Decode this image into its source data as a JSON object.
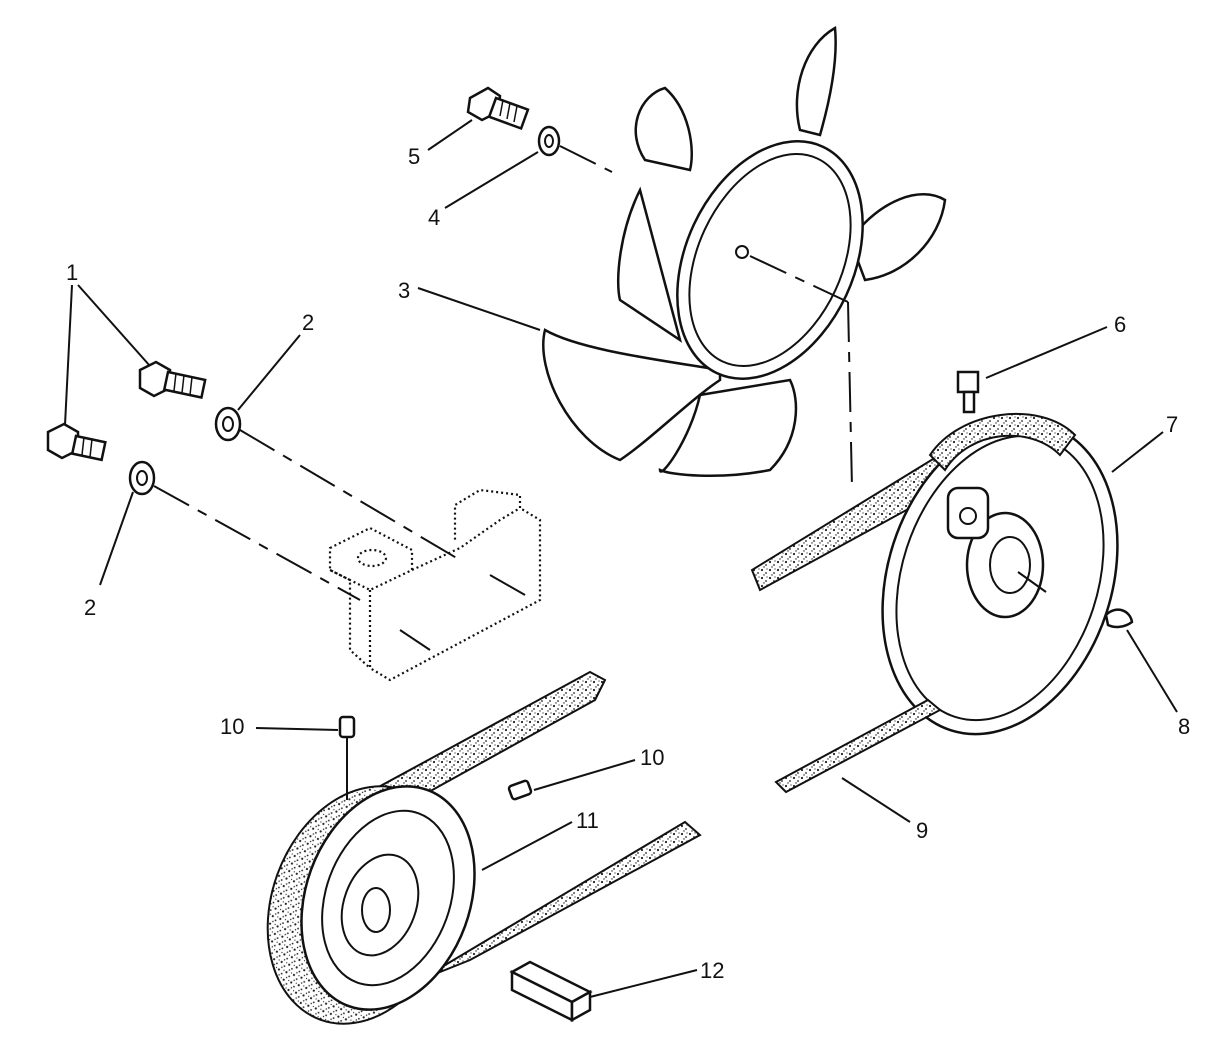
{
  "callouts": {
    "c1": "1",
    "c2a": "2",
    "c2b": "2",
    "c3": "3",
    "c4": "4",
    "c5": "5",
    "c6": "6",
    "c7": "7",
    "c8": "8",
    "c9": "9",
    "c10a": "10",
    "c10b": "10",
    "c11": "11",
    "c12": "12"
  }
}
